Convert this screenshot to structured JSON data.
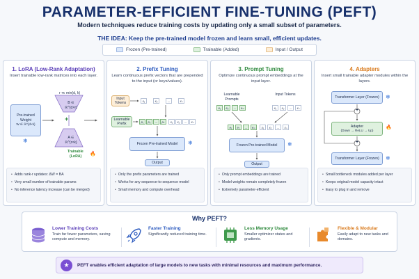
{
  "header": {
    "title": "PARAMETER-EFFICIENT FINE-TUNING (PEFT)",
    "subtitle": "Modern techniques reduce training costs by updating only a small subset of parameters.",
    "idea": "THE IDEA:  Keep the pre-trained model frozen and learn small, efficient updates."
  },
  "legend": {
    "frozen": "Frozen (Pre-trained)",
    "trainable": "Trainable (Added)",
    "io": "Input / Output"
  },
  "colors": {
    "lora": "#5b3fb8",
    "prefix": "#2d5bbf",
    "prompt": "#2f8a3e",
    "adapters": "#d97a1c",
    "frozen": "#dbe8fb",
    "trainable": "#dff1df",
    "io": "#fdeed8"
  },
  "lora": {
    "title": "1. LoRA (Low-Rank Adaptation)",
    "desc": "Insert trainable low-rank matrices into each layer.",
    "rank_note": "r ≪ min(d, k)",
    "weight_label": "Pre-trained Weight",
    "weight_dim": "W ∈ ℝ^{d×k}",
    "b_label": "B ∈ ℝ^{d×r}",
    "plus": "+",
    "a_label": "A ∈ ℝ^{r×k}",
    "trainable_label": "Trainable",
    "trainable_sub": "(LoRA)",
    "bullets": [
      "Adds rank-r updates: ΔW = BA",
      "Very small number of trainable params",
      "No inference latency increase (can be merged)"
    ]
  },
  "prefix": {
    "title": "2. Prefix Tuning",
    "desc": "Learn continuous prefix vectors that are prepended to the input (or keys/values).",
    "input_label": "Input Tokens",
    "input_tokens": [
      "x₁",
      "x₂",
      "...",
      "xₙ"
    ],
    "prefix_label": "Learnable Prefix",
    "prefix_tokens": [
      "p₁",
      "p₂",
      "...",
      "pₖ",
      "x₁",
      "x₂",
      "...",
      "xₙ"
    ],
    "model_label": "Frozen Pre-trained Model",
    "output_label": "Output",
    "bullets": [
      "Only the prefix parameters are trained",
      "Works for any sequence-to-sequence model",
      "Small memory and compute overhead"
    ]
  },
  "prompt": {
    "title": "3. Prompt Tuning",
    "desc": "Optimize continuous prompt embeddings at the input layer.",
    "learnable_label": "Learnable Prompts",
    "prompt_tokens": [
      "e₁",
      "e₂",
      "...",
      "eₘ"
    ],
    "input_label": "Input Tokens",
    "input_tokens": [
      "x₁",
      "x₂",
      "...",
      "xₙ"
    ],
    "combined_tokens": [
      "e₁",
      "e₂",
      "...",
      "eₘ",
      "x₁",
      "x₂",
      "...",
      "xₙ"
    ],
    "model_label": "Frozen Pre-trained Model",
    "output_label": "Output",
    "bullets": [
      "Only prompt embeddings are trained",
      "Model weights remain completely frozen",
      "Extremely parameter-efficient"
    ]
  },
  "adapters": {
    "title": "4. Adapters",
    "desc": "Insert small trainable adapter modules within the layers.",
    "layer_top": "Transformer Layer (Frozen)",
    "adapter_label": "Adapter",
    "adapter_sub": "(Down → ReLU → Up)",
    "layer_bottom": "Transformer Layer (Frozen)",
    "plus": "+",
    "bullets": [
      "Small bottleneck modules added per layer",
      "Keeps original model capacity intact",
      "Easy to plug in and remove"
    ]
  },
  "why": {
    "title": "Why PEFT?",
    "items": [
      {
        "title": "Lower Training Costs",
        "desc": "Train far fewer parameters, saving compute and memory.",
        "icon": "database-icon",
        "color": "#5b3fb8"
      },
      {
        "title": "Faster Training",
        "desc": "Significantly reduced training time.",
        "icon": "rocket-icon",
        "color": "#2d5bbf"
      },
      {
        "title": "Less Memory Usage",
        "desc": "Smaller optimizer states and gradients.",
        "icon": "memory-chip-icon",
        "color": "#2f8a3e"
      },
      {
        "title": "Flexible & Modular",
        "desc": "Easily adapt to new tasks and domains.",
        "icon": "puzzle-icon",
        "color": "#d97a1c"
      }
    ]
  },
  "footer": {
    "text": "PEFT enables efficient adaptation of large models to new tasks with minimal resources and maximum performance.",
    "icon": "star-icon"
  }
}
